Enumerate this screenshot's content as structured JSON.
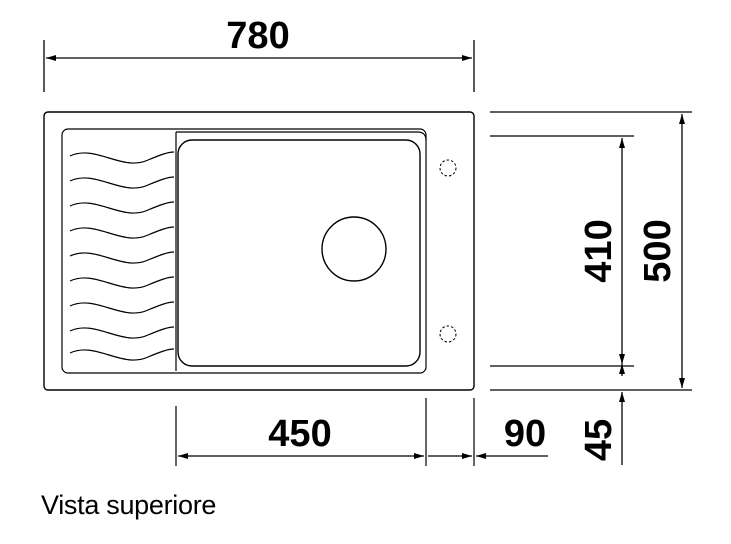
{
  "dimensions": {
    "overall_width": "780",
    "overall_depth": "500",
    "bowl_depth": "410",
    "bowl_width": "450",
    "deck_width": "90",
    "bottom_offset": "45"
  },
  "caption": "Vista superiore"
}
